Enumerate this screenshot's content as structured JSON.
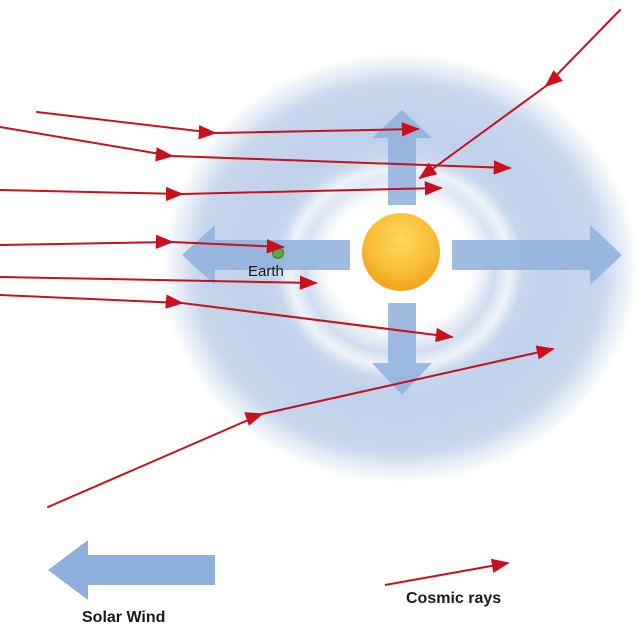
{
  "labels": {
    "earth": "Earth",
    "legend_solar_wind": "Solar Wind",
    "legend_cosmic_rays": "Cosmic rays"
  },
  "colors": {
    "background": "#ffffff",
    "heliosphere": "#b8cce8",
    "solar_wind_arrow": "#8fb0dc",
    "cosmic_ray": "#c8101e",
    "sun_outer": "#f2a81c",
    "sun_inner": "#ffd24a",
    "earth": "#5aa84a"
  },
  "icons": {
    "sun": "sun-icon",
    "earth": "earth-icon"
  }
}
